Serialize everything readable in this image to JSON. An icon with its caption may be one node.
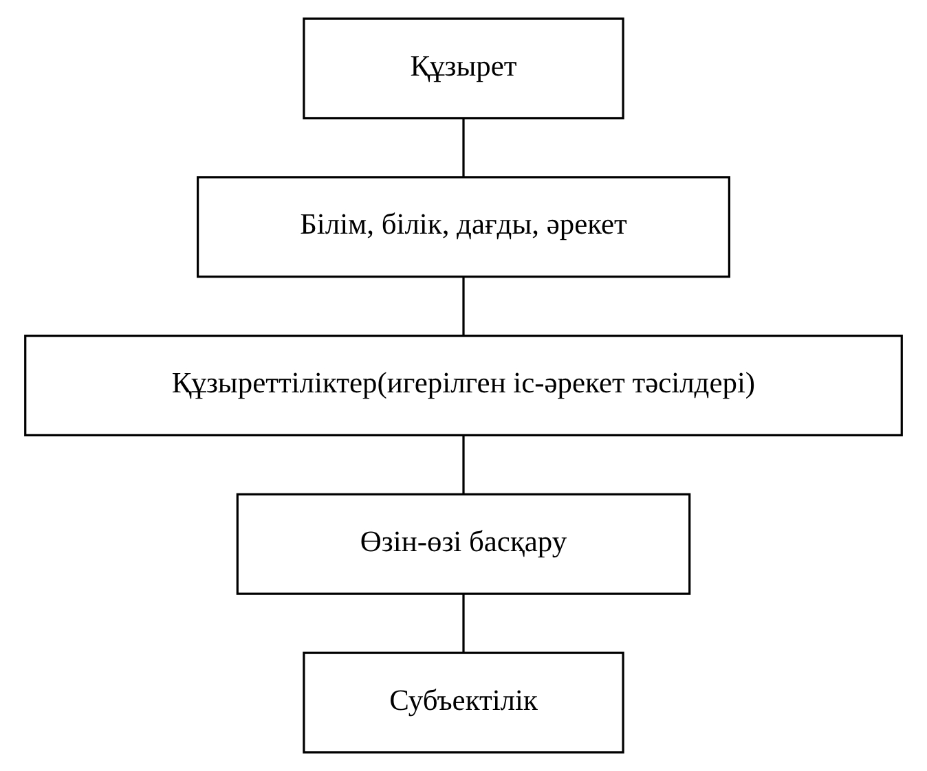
{
  "diagram": {
    "nodes": [
      {
        "text": [
          "Құзырет"
        ]
      },
      {
        "text": [
          "Білім, білік, дағды, әрекет"
        ]
      },
      {
        "text": [
          "Құзыреттіліктер(игерілген іс-әрекет тәсілдері)"
        ]
      },
      {
        "text": [
          "Өзін-өзі басқару"
        ]
      },
      {
        "text": [
          "Субъектілік"
        ]
      }
    ],
    "edges": [
      {
        "from": 0,
        "to": 1,
        "arrow": "none"
      },
      {
        "from": 1,
        "to": 2,
        "arrow": "none"
      },
      {
        "from": 2,
        "to": 3,
        "arrow": "none"
      },
      {
        "from": 3,
        "to": 4,
        "arrow": "none"
      }
    ]
  }
}
